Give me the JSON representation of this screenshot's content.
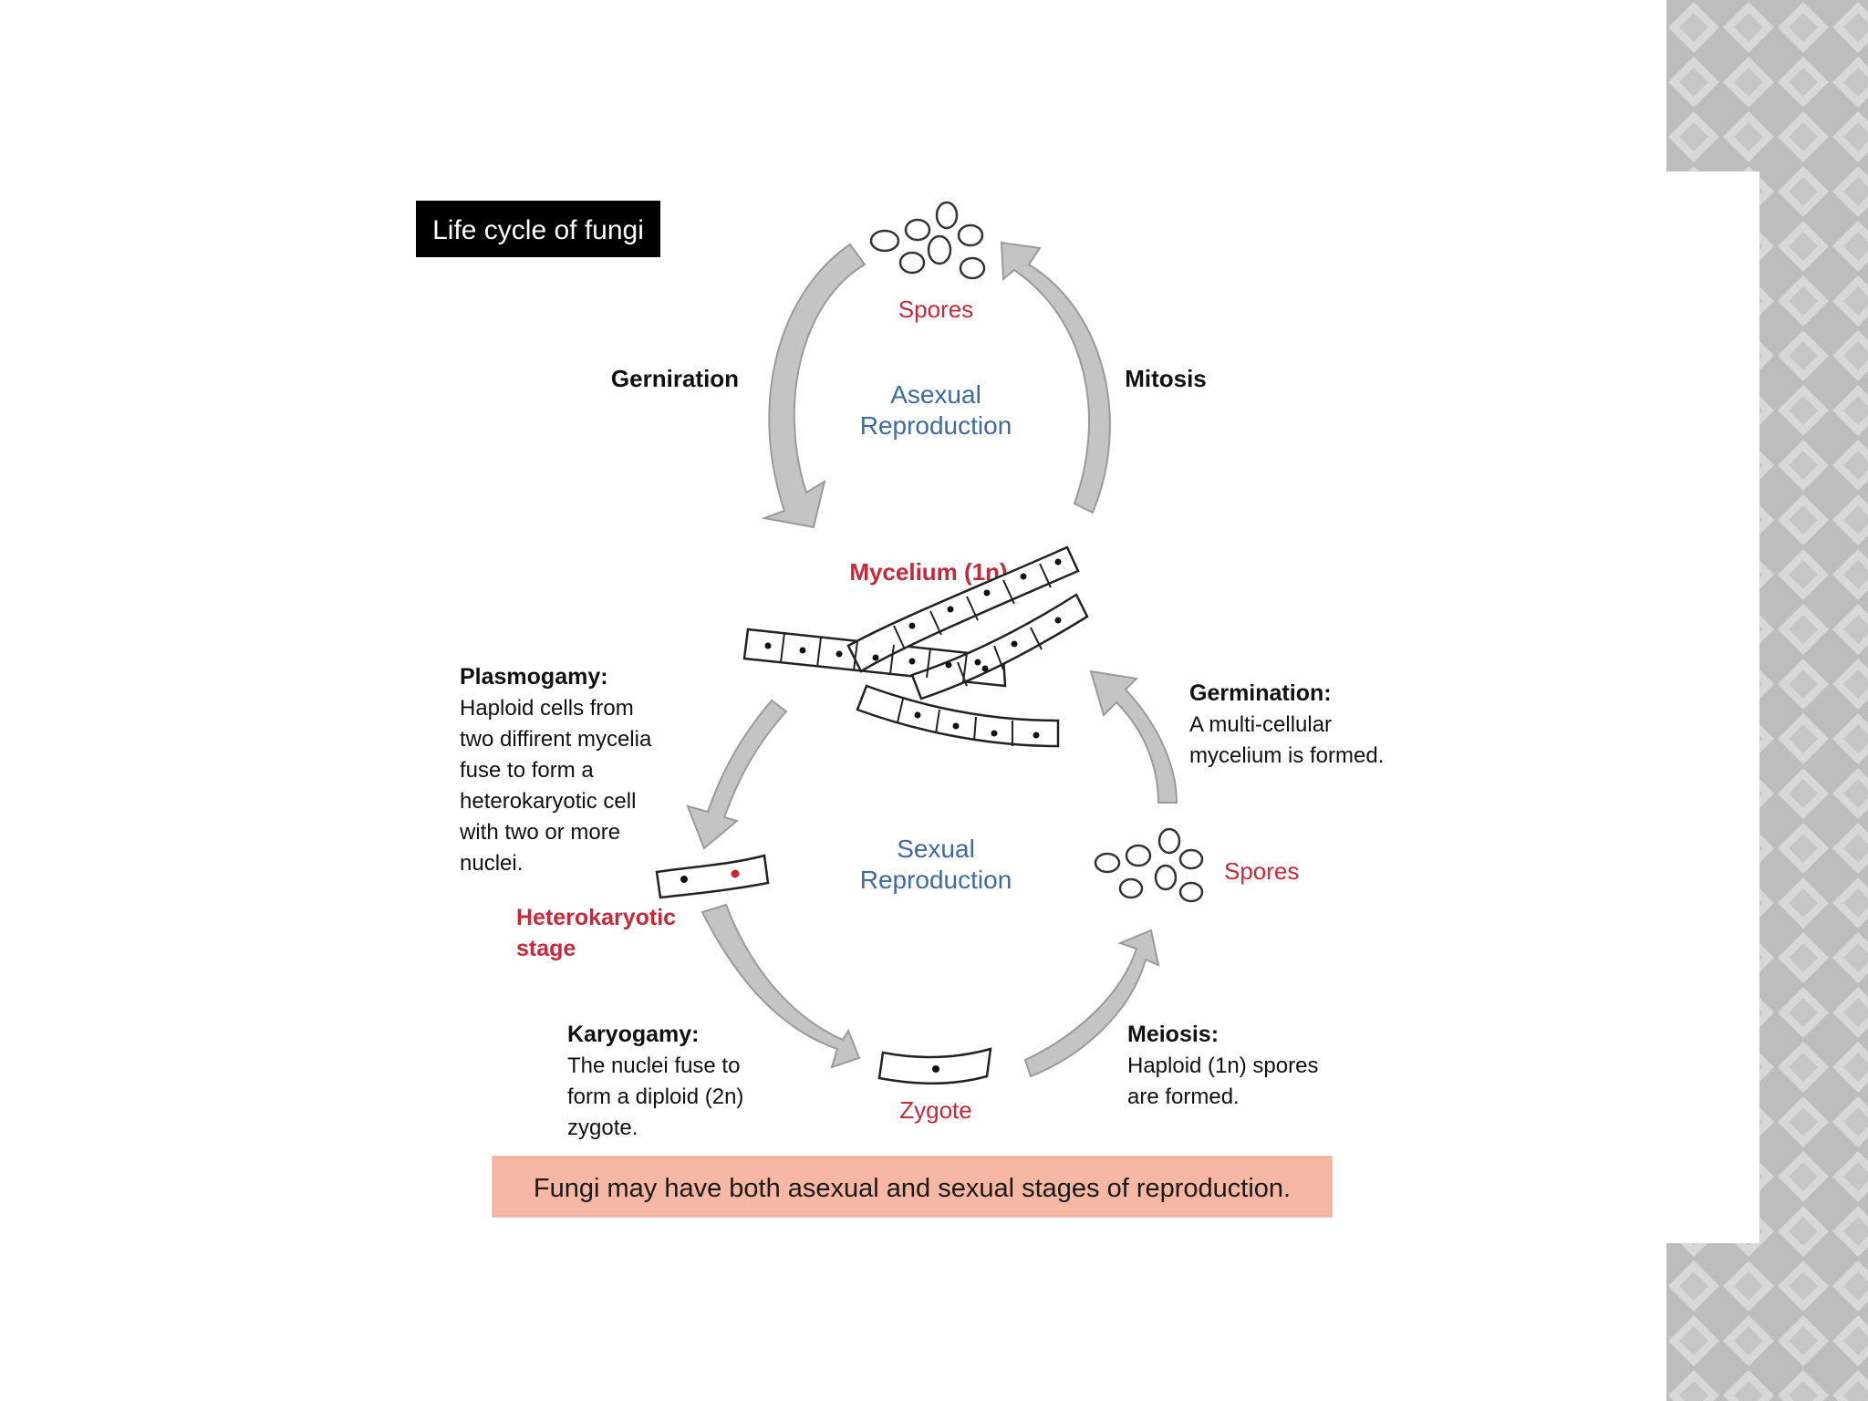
{
  "slide": {
    "title_box": "Life cycle of fungi",
    "caption": "Fungi may have both asexual and sexual stages of reproduction."
  },
  "diagram": {
    "asexual": {
      "spores_label": "Spores",
      "left_process": "Gerniration",
      "right_process": "Mitosis",
      "center_line1": "Asexual",
      "center_line2": "Reproduction"
    },
    "mycelium_label": "Mycelium (1n)",
    "plasmogamy": {
      "heading": "Plasmogamy:",
      "lines": [
        "Haploid cells from",
        "two diffirent mycelia",
        "fuse to form a",
        "heterokaryotic cell",
        "with two or more",
        "nuclei."
      ]
    },
    "germination": {
      "heading": "Germination:",
      "lines": [
        "A multi-cellular",
        "mycelium is formed."
      ]
    },
    "sexual": {
      "center_line1": "Sexual",
      "center_line2": "Reproduction",
      "spores_label": "Spores"
    },
    "heterokaryotic": {
      "line1": "Heterokaryotic",
      "line2": "stage"
    },
    "karyogamy": {
      "heading": "Karyogamy:",
      "lines": [
        "The nuclei fuse to",
        "form a diploid (2n)",
        "zygote."
      ]
    },
    "zygote_label": "Zygote",
    "meiosis": {
      "heading": "Meiosis:",
      "lines": [
        "Haploid (1n) spores",
        "are formed."
      ]
    }
  },
  "colors": {
    "red_label": "#c62a3a",
    "blue_label": "#3f6aa0",
    "arrow_fill": "#c4c4c4",
    "arrow_stroke": "#9a9a9a",
    "title_bg": "#000000",
    "caption_bg": "#f6b7a4",
    "pattern_dark": "#b4b4b4",
    "pattern_light": "#dcdcdc"
  }
}
